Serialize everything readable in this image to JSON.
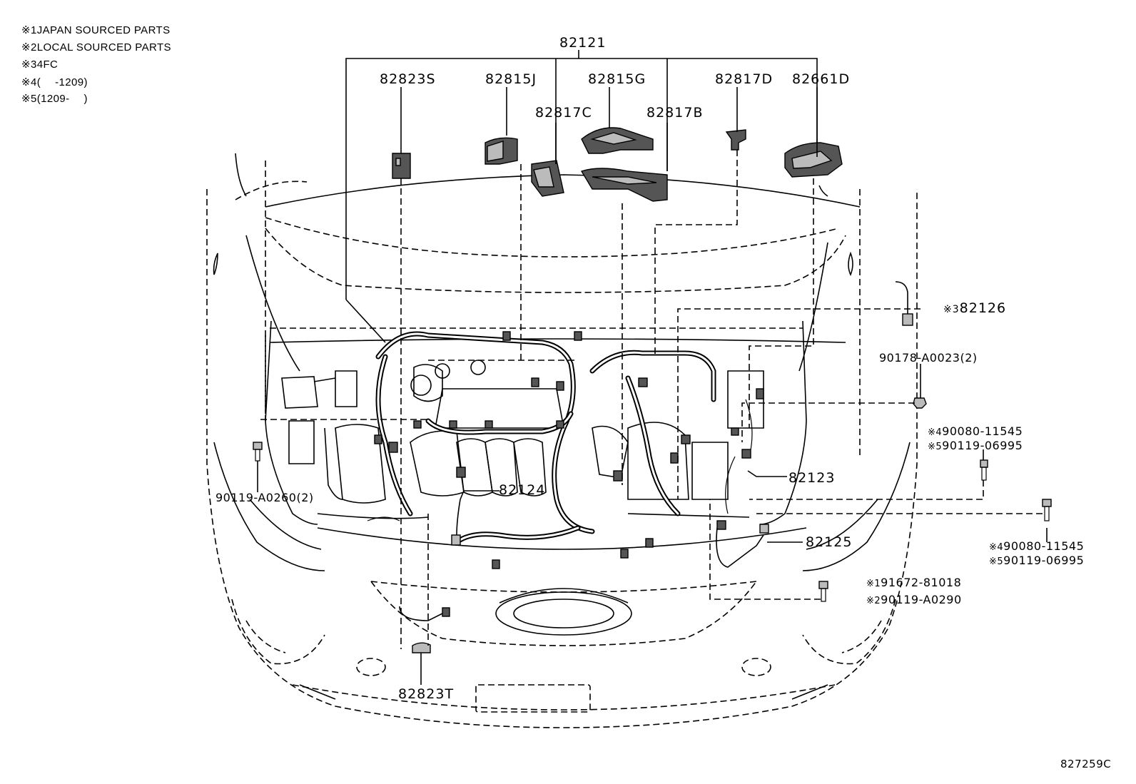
{
  "notes": [
    {
      "mark": "※1",
      "text": "JAPAN SOURCED PARTS"
    },
    {
      "mark": "※2",
      "text": "LOCAL SOURCED PARTS"
    },
    {
      "mark": "※3",
      "text": "4FC"
    },
    {
      "mark": "※4",
      "text": "(　 -1209)"
    },
    {
      "mark": "※5",
      "text": "(1209- 　)"
    }
  ],
  "assembly_label": "82121",
  "top_parts": [
    "82823S",
    "82815J",
    "82817C",
    "82815G",
    "82817B",
    "82817D",
    "82661D"
  ],
  "callouts": {
    "p82126": {
      "mark": "※3",
      "number": "82126"
    },
    "bolt_right_upper": "90178-A0023(2)",
    "bolt_right_mid": [
      {
        "mark": "※4",
        "number": "90080-11545"
      },
      {
        "mark": "※5",
        "number": "90119-06995"
      }
    ],
    "bolt_right_lower": [
      {
        "mark": "※4",
        "number": "90080-11545"
      },
      {
        "mark": "※5",
        "number": "90119-06995"
      }
    ],
    "bolt_bottom_right": [
      {
        "mark": "※1",
        "number": "91672-81018"
      },
      {
        "mark": "※2",
        "number": "90119-A0290"
      }
    ],
    "bolt_left": "90119-A0260(2)",
    "p82123": "82123",
    "p82124": "82124",
    "p82125": "82125",
    "p82823T": "82823T"
  },
  "diagram_id": "827259C",
  "colors": {
    "ink": "#000000",
    "paper": "#ffffff"
  }
}
